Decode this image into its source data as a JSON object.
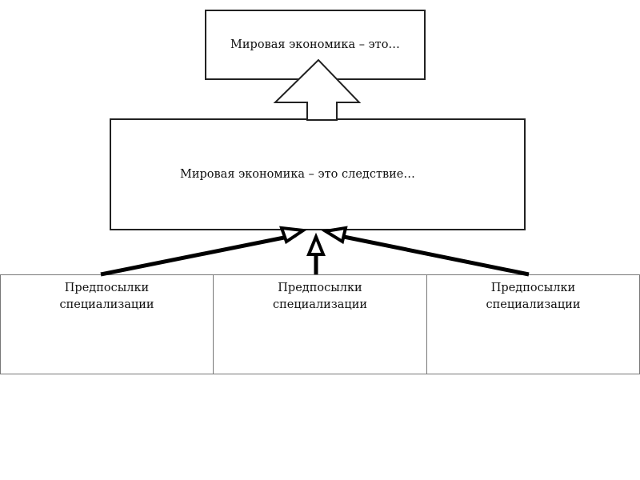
{
  "top_box": {
    "text": "Мировая экономика – это…"
  },
  "middle_box": {
    "text": "Мировая экономика – это следствие…"
  },
  "table": {
    "cells": [
      {
        "line1": "Предпосылки",
        "line2": "специализации"
      },
      {
        "line1": "Предпосылки",
        "line2": "специализации"
      },
      {
        "line1": "Предпосылки",
        "line2": "специализации"
      }
    ]
  }
}
